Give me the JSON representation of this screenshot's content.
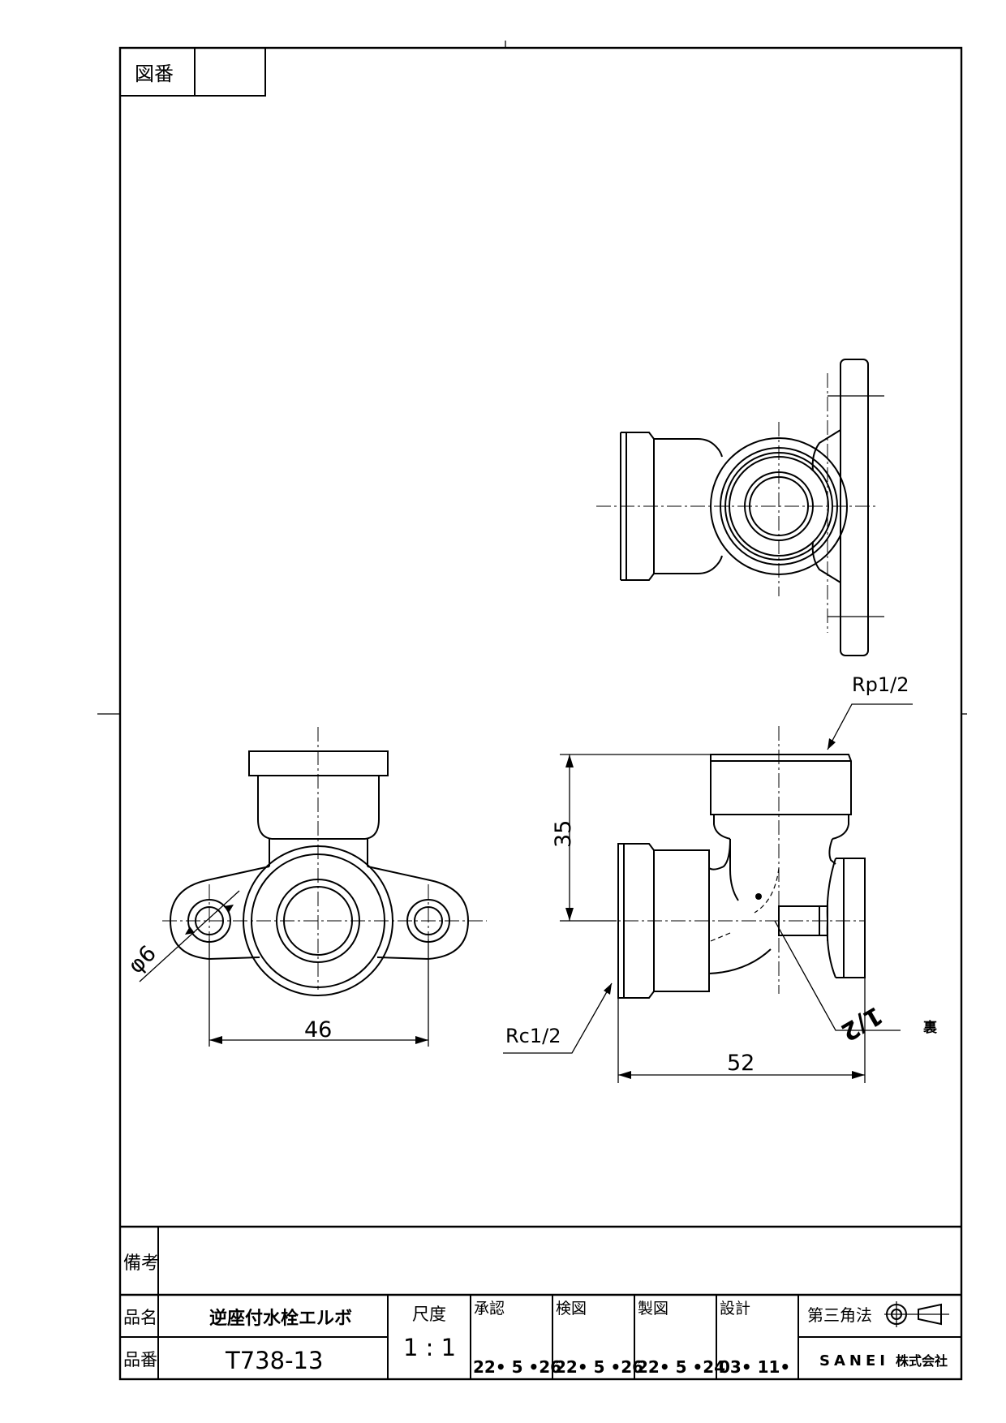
{
  "title_block": {
    "drawing_no_label": "図番",
    "drawing_no_value": "",
    "remarks_label": "備考",
    "name_label": "品名",
    "name_value": "逆座付水栓エルボ",
    "code_label": "品番",
    "code_value": "T738-13",
    "scale_label": "尺度",
    "scale_value": "1 : 1",
    "approvals": [
      {
        "label": "承認",
        "date": "22• 5 •26"
      },
      {
        "label": "検図",
        "date": "22• 5 •26"
      },
      {
        "label": "製図",
        "date": "22• 5 •24"
      },
      {
        "label": "設計",
        "date": "03• 11•"
      }
    ],
    "projection": "第三角法",
    "company": "SANEI",
    "company_suffix": "株式会社"
  },
  "dimensions": {
    "hole_dia": "φ6",
    "width_46": "46",
    "height_35": "35",
    "width_52": "52",
    "thread_top": "Rp1/2",
    "thread_left": "Rc1/2",
    "thread_back": "1/2",
    "thread_back_mark": "裏"
  }
}
